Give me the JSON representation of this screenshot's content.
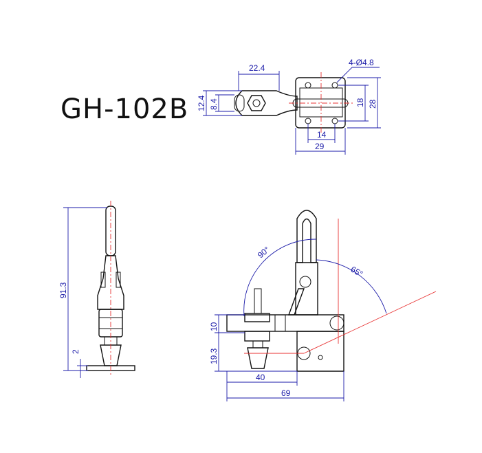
{
  "title": "GH-102B",
  "colors": {
    "dimension": "#1a1aa8",
    "centerline": "#e83030",
    "outline": "#111111"
  },
  "top_view": {
    "dims": {
      "arm_width": "22.4",
      "height_outer": "12.4",
      "height_inner": "8.4",
      "holes": "4-Ø4.8",
      "hole_pitch_v": "18",
      "base_height": "28",
      "hole_pitch_h": "14",
      "base_width": "29"
    }
  },
  "side_view": {
    "dims": {
      "total_height": "91.3",
      "base_thickness": "2"
    }
  },
  "front_view": {
    "dims": {
      "angle_open": "90°",
      "angle_handle": "65°",
      "clamp_height": "10",
      "base_height": "19.3",
      "reach": "40",
      "overall_length": "69"
    }
  }
}
